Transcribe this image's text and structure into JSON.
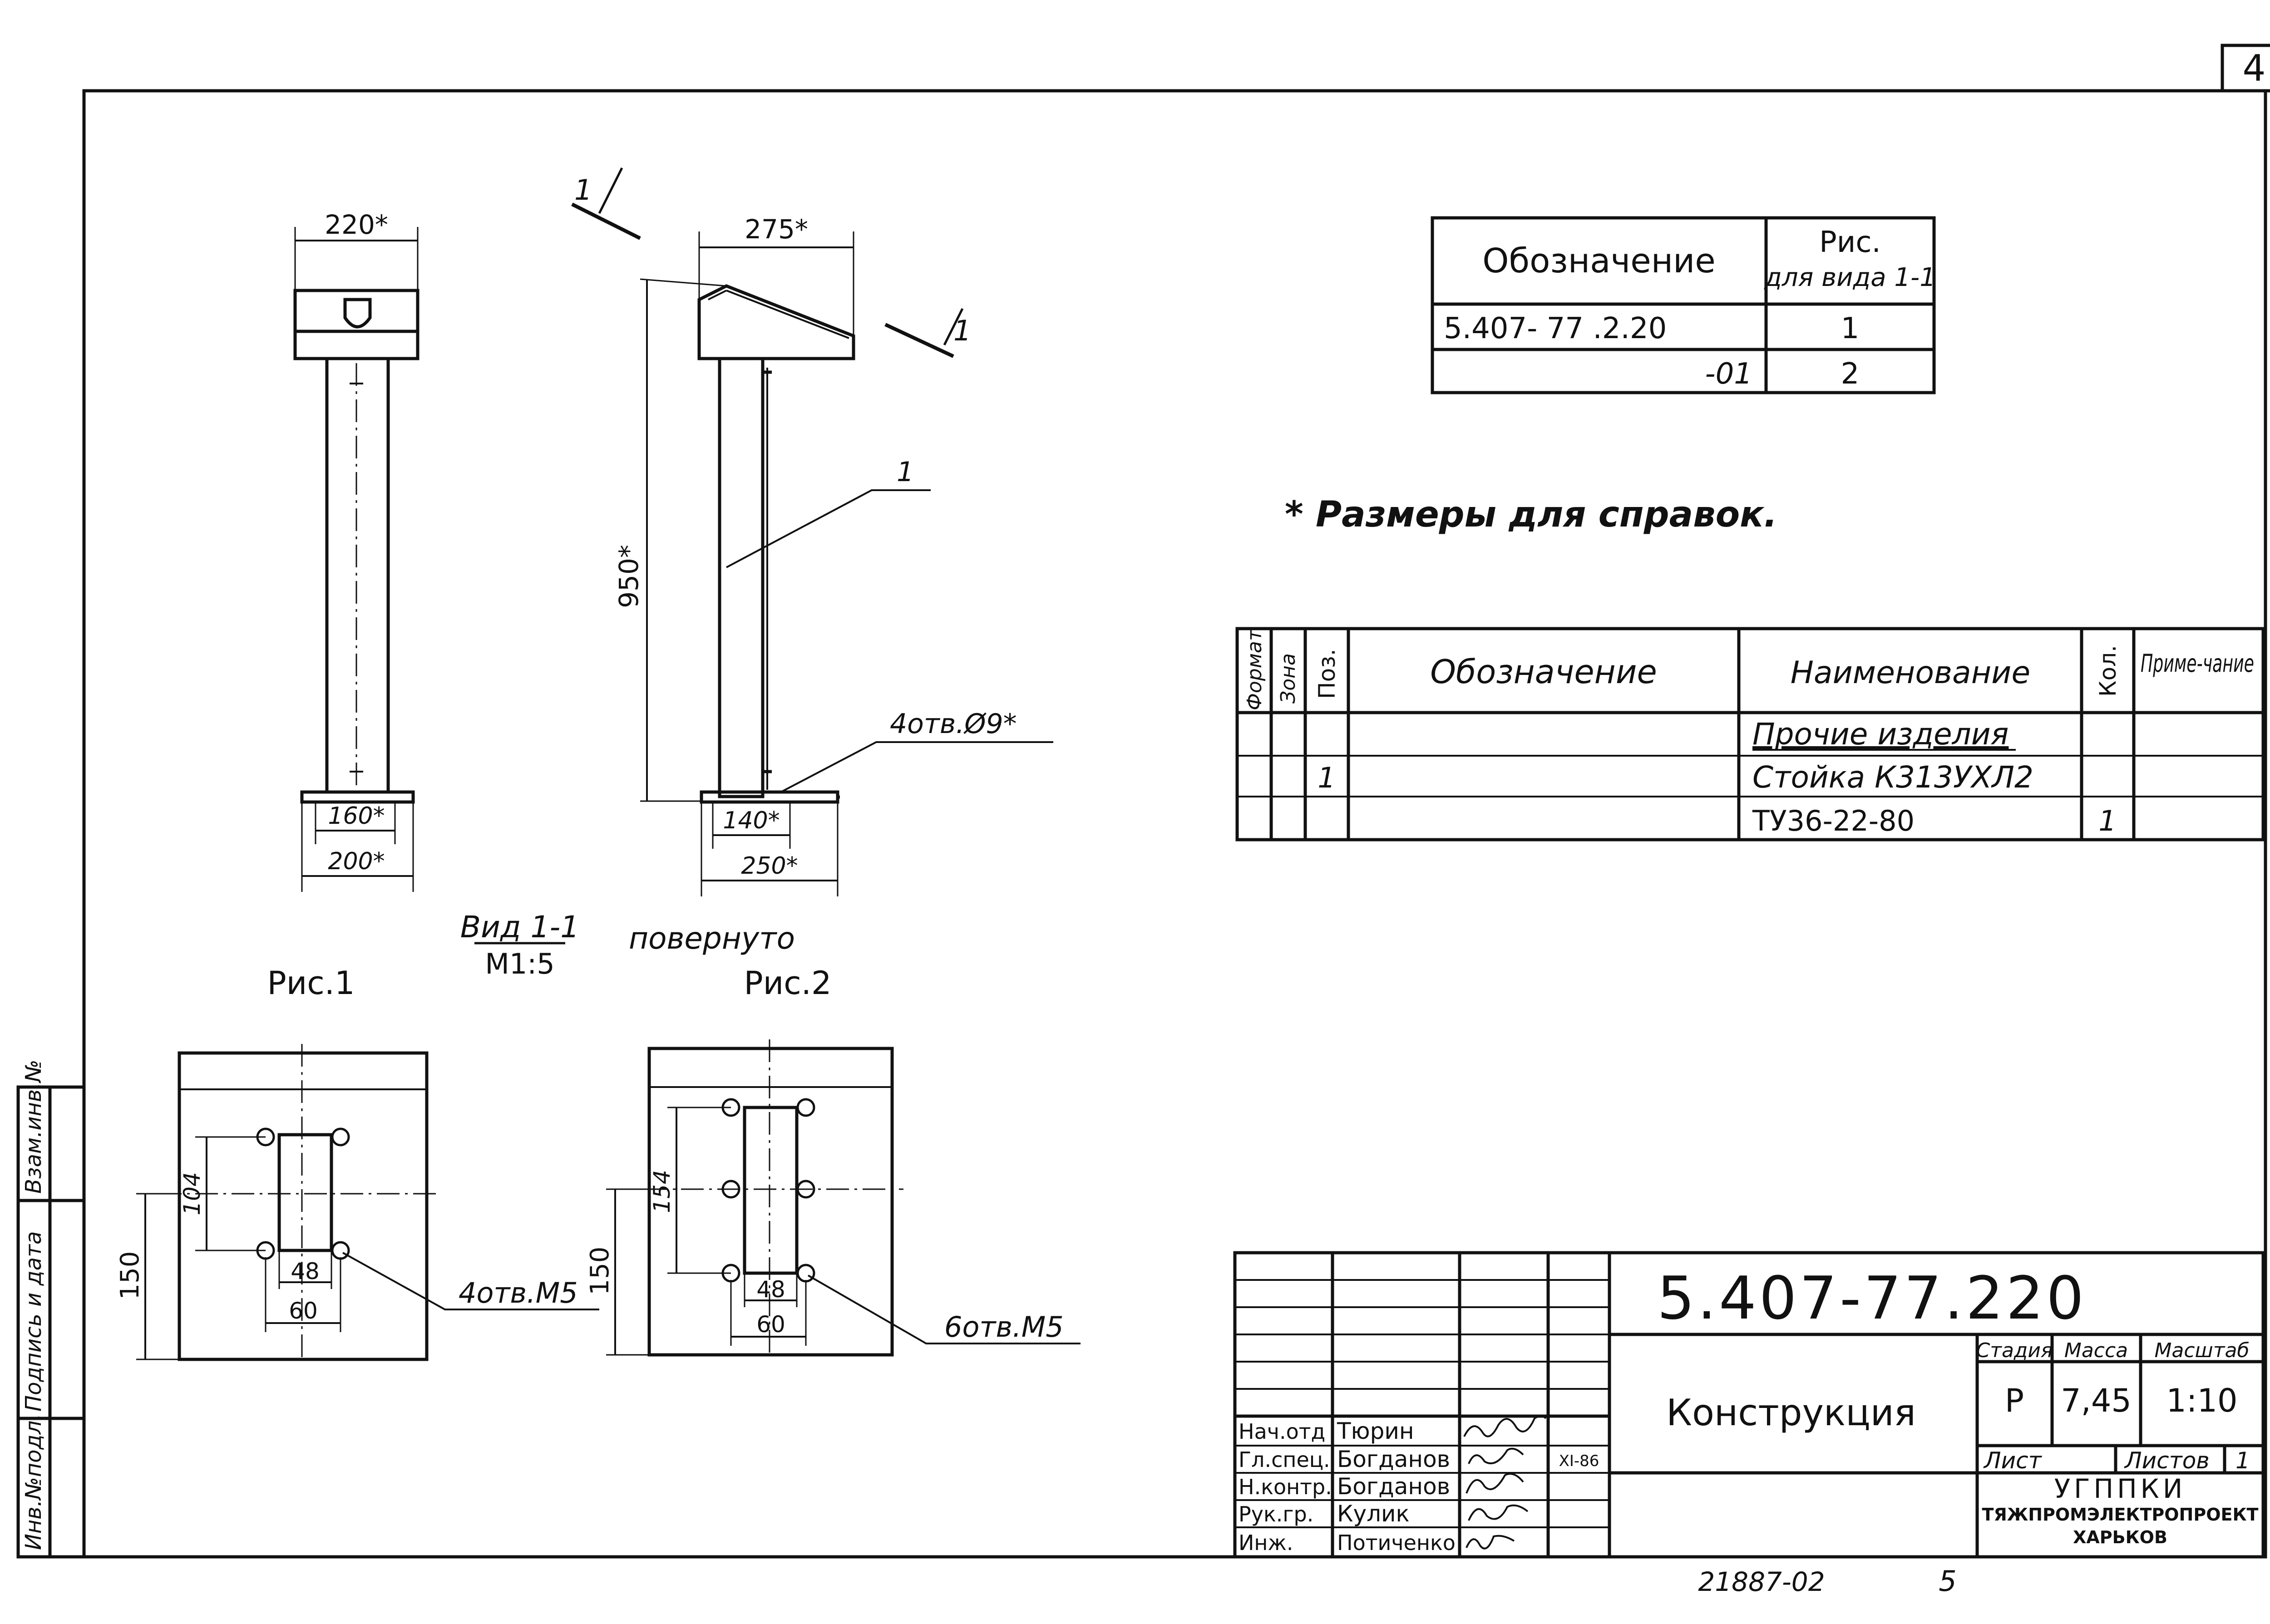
{
  "sheet_number": "4",
  "drawing": {
    "dims": {
      "front_top_width": "220*",
      "front_base_inner": "160*",
      "front_base_outer": "200*",
      "side_top_width": "275*",
      "side_height": "950*",
      "side_base_inner": "140*",
      "side_base_outer": "250*",
      "side_holes": "4отв.Ø9*",
      "pos_leader": "1",
      "cut_label_left": "1",
      "cut_label_right": "1"
    },
    "view_title": "Вид 1-1",
    "view_scale": "М1:5",
    "view_rotated": "повернуто",
    "fig1_label": "Рис.1",
    "fig2_label": "Рис.2",
    "fig1": {
      "dim_104": "104",
      "dim_48": "48",
      "dim_60": "60",
      "dim_150": "150",
      "holes": "4отв.М5"
    },
    "fig2": {
      "dim_154": "154",
      "dim_48": "48",
      "dim_60": "60",
      "dim_150": "150",
      "holes": "6отв.М5"
    }
  },
  "variants_table": {
    "headers": [
      "Обозначение",
      "Рис.",
      "для вида 1-1"
    ],
    "rows": [
      {
        "designation": "5.407- 77 .2.20",
        "fig": "1"
      },
      {
        "designation": "-01",
        "fig": "2"
      }
    ]
  },
  "note": "* Размеры для справок.",
  "spec_table": {
    "headers": {
      "format": "Формат",
      "zone": "Зона",
      "pos": "Поз.",
      "designation": "Обозначение",
      "name": "Наименование",
      "qty": "Кол.",
      "note": "Приме-чание"
    },
    "rows": [
      {
        "pos": "",
        "name": "Прочие изделия",
        "qty": ""
      },
      {
        "pos": "1",
        "name": "Стойка К313УХЛ2",
        "qty": ""
      },
      {
        "pos": "",
        "name": "ТУ36-22-80",
        "qty": "1"
      }
    ]
  },
  "title_block": {
    "doc_code": "5.407-77.220",
    "title": "Конструкция",
    "stage_label": "Стадия",
    "mass_label": "Масса",
    "scale_label": "Масштаб",
    "stage": "Р",
    "mass": "7,45",
    "scale": "1:10",
    "sheet_label": "Лист",
    "sheets_label": "Листов",
    "sheets": "1",
    "org1": "УГППКИ",
    "org2": "ТЯЖПРОМЭЛЕКТРОПРОЕКТ",
    "org3": "ХАРЬКОВ",
    "date": "XI-86",
    "people": [
      {
        "role": "Нач.отд",
        "name": "Тюрин"
      },
      {
        "role": "Гл.спец.",
        "name": "Богданов"
      },
      {
        "role": "Н.контр.",
        "name": "Богданов"
      },
      {
        "role": "Рук.гр.",
        "name": "Кулик"
      },
      {
        "role": "Инж.",
        "name": "Потиченко"
      }
    ]
  },
  "side_stamp": {
    "inv": "Инв.№подл.",
    "sign": "Подпись и дата",
    "vzam": "Взам.инв.№"
  },
  "bottom_number": "21887-02",
  "bottom_page": "5"
}
